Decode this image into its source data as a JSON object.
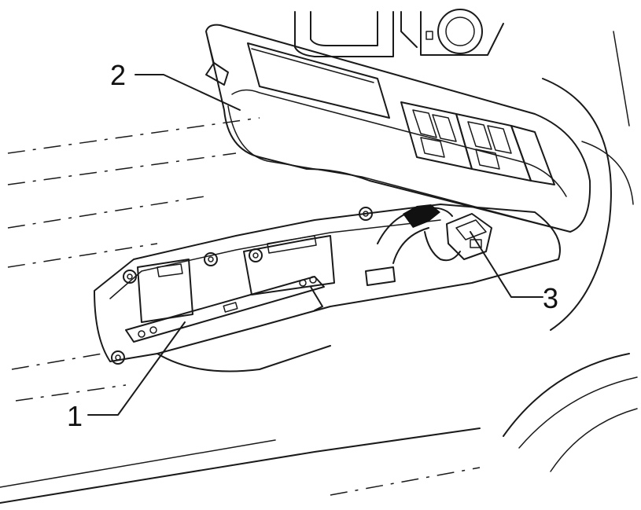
{
  "callouts": [
    {
      "id": "1",
      "label": "1",
      "part": "switch-bracket"
    },
    {
      "id": "2",
      "label": "2",
      "part": "switch-panel"
    },
    {
      "id": "3",
      "label": "3",
      "part": "connector"
    }
  ],
  "colors": {
    "line": "#1a1a1a",
    "panel_fill": "#dcdcdc",
    "panel_dark": "#b5b5b5",
    "background": "#ffffff",
    "connector_fill": "#111111"
  }
}
